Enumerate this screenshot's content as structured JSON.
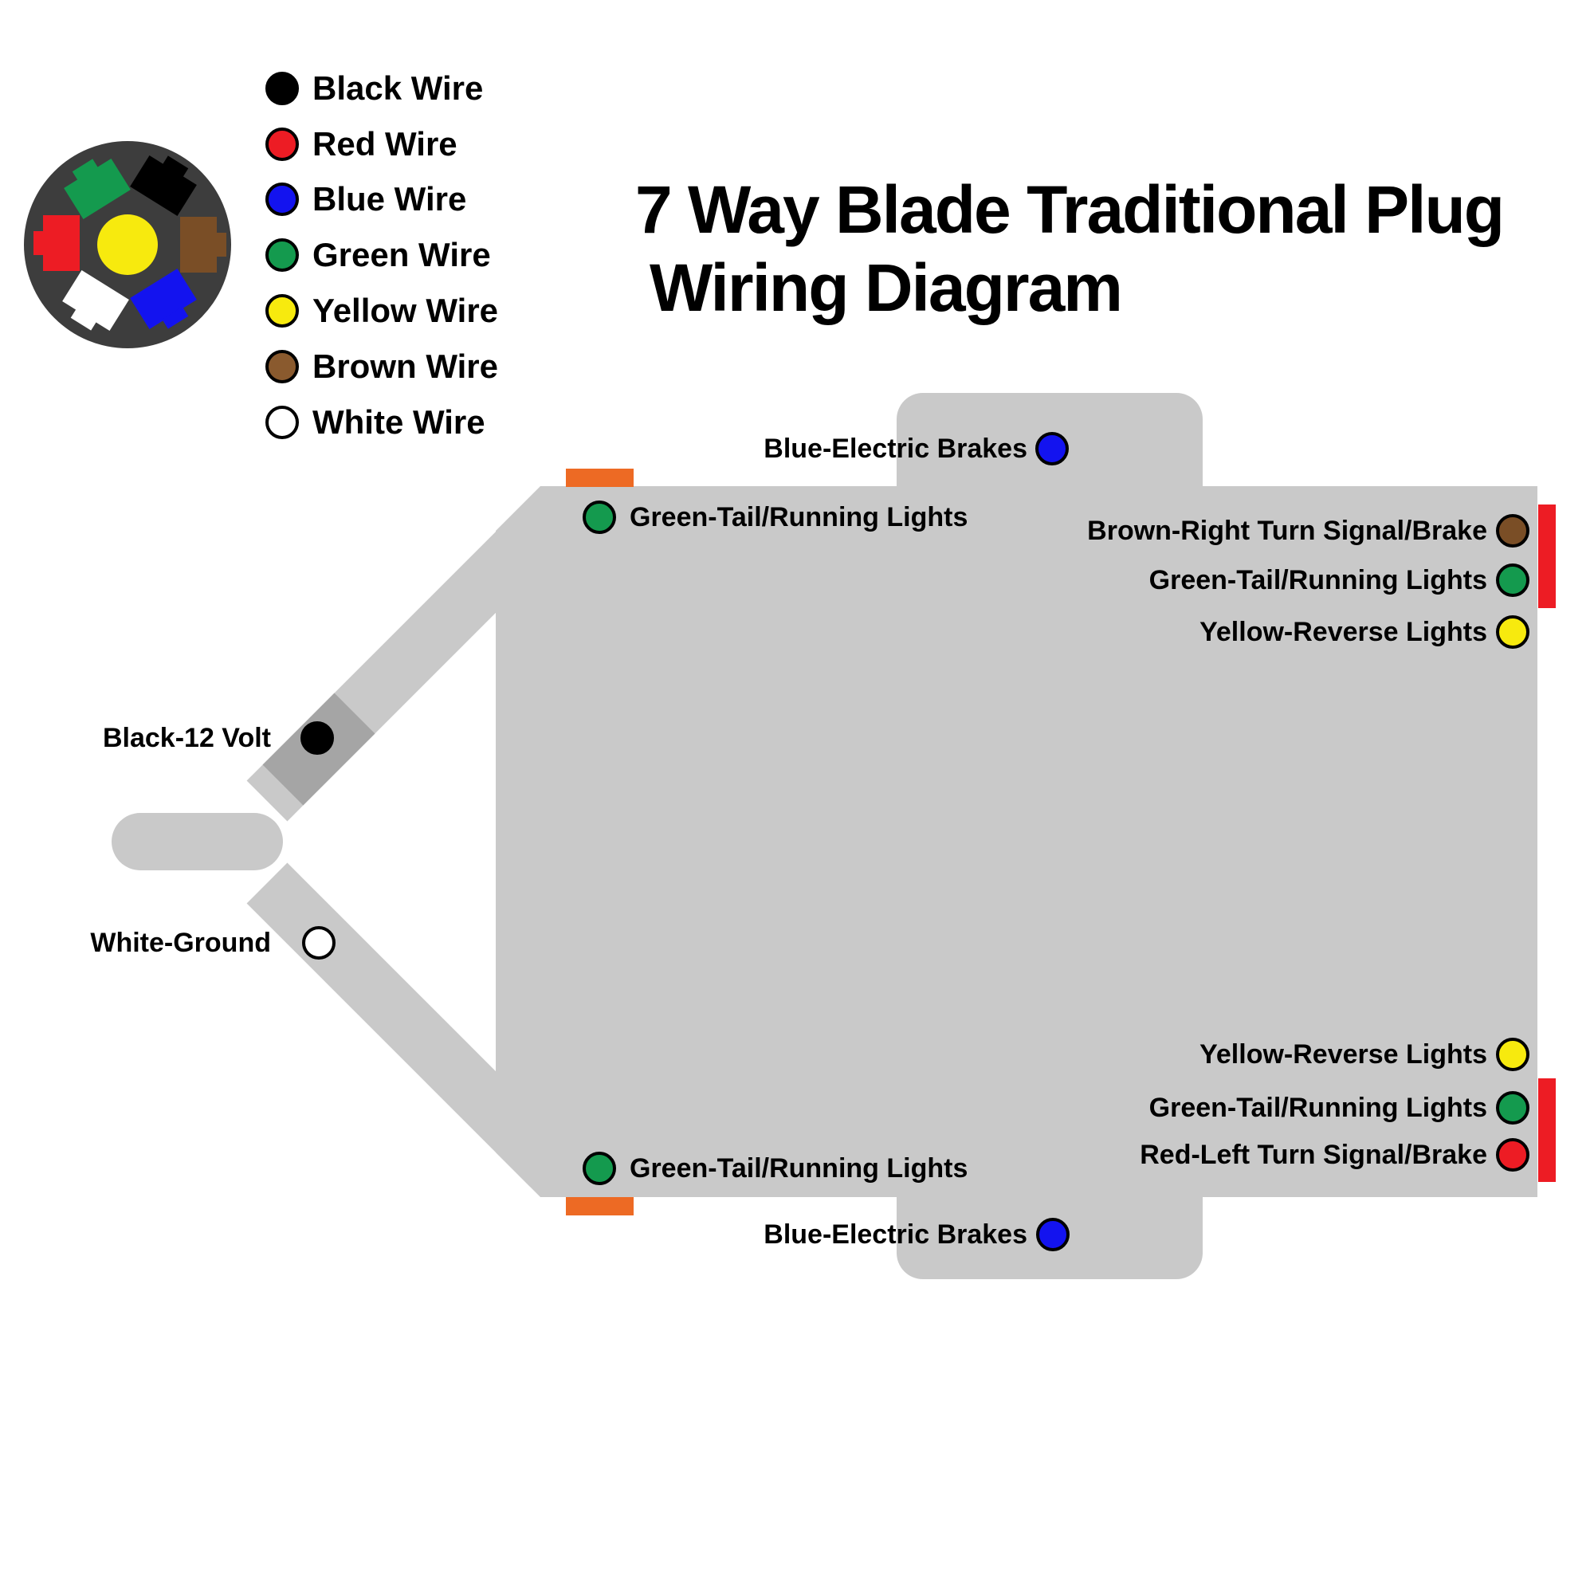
{
  "title": {
    "line1": "7 Way Blade Traditional Plug",
    "line2": "Wiring Diagram"
  },
  "legend": {
    "items": [
      {
        "label": "Black Wire",
        "color": "#000000"
      },
      {
        "label": "Red Wire",
        "color": "#ed1c24"
      },
      {
        "label": "Blue Wire",
        "color": "#1313ef"
      },
      {
        "label": "Green Wire",
        "color": "#149a4e"
      },
      {
        "label": "Yellow Wire",
        "color": "#f7ea0e"
      },
      {
        "label": "Brown Wire",
        "color": "#8a5a2e"
      },
      {
        "label": "White Wire",
        "color": "#ffffff"
      }
    ]
  },
  "plug": {
    "body_color": "#3d3d3d",
    "center_pin_color": "#f7ea0e",
    "blades": {
      "green": "#149a4e",
      "black": "#000000",
      "red": "#ed1c24",
      "brown": "#7a4e26",
      "white": "#ffffff",
      "blue": "#1313ef"
    }
  },
  "trailer": {
    "chassis_color": "#c9c9c9",
    "battery_box_color": "#a5a5a5",
    "side_marker_color": "#ed6a24",
    "tail_bar_color": "#ed1c24",
    "dot_colors": {
      "blue": "#1313ef",
      "green": "#149a4e",
      "brown": "#7a4e26",
      "yellow": "#f7ea0e",
      "red": "#ed1c24",
      "black": "#000000",
      "white": "#ffffff"
    },
    "labels": {
      "front_brakes": "Blue-Electric Brakes",
      "front_left_tail": "Green-Tail/Running Lights",
      "right_turn": "Brown-Right Turn Signal/Brake",
      "right_tail": "Green-Tail/Running Lights",
      "right_reverse": "Yellow-Reverse Lights",
      "aux_power": "Black-12 Volt",
      "ground": "White-Ground",
      "rear_reverse": "Yellow-Reverse Lights",
      "rear_tail": "Green-Tail/Running Lights",
      "left_turn": "Red-Left Turn Signal/Brake",
      "rear_left_tail": "Green-Tail/Running Lights",
      "rear_brakes": "Blue-Electric Brakes"
    }
  }
}
